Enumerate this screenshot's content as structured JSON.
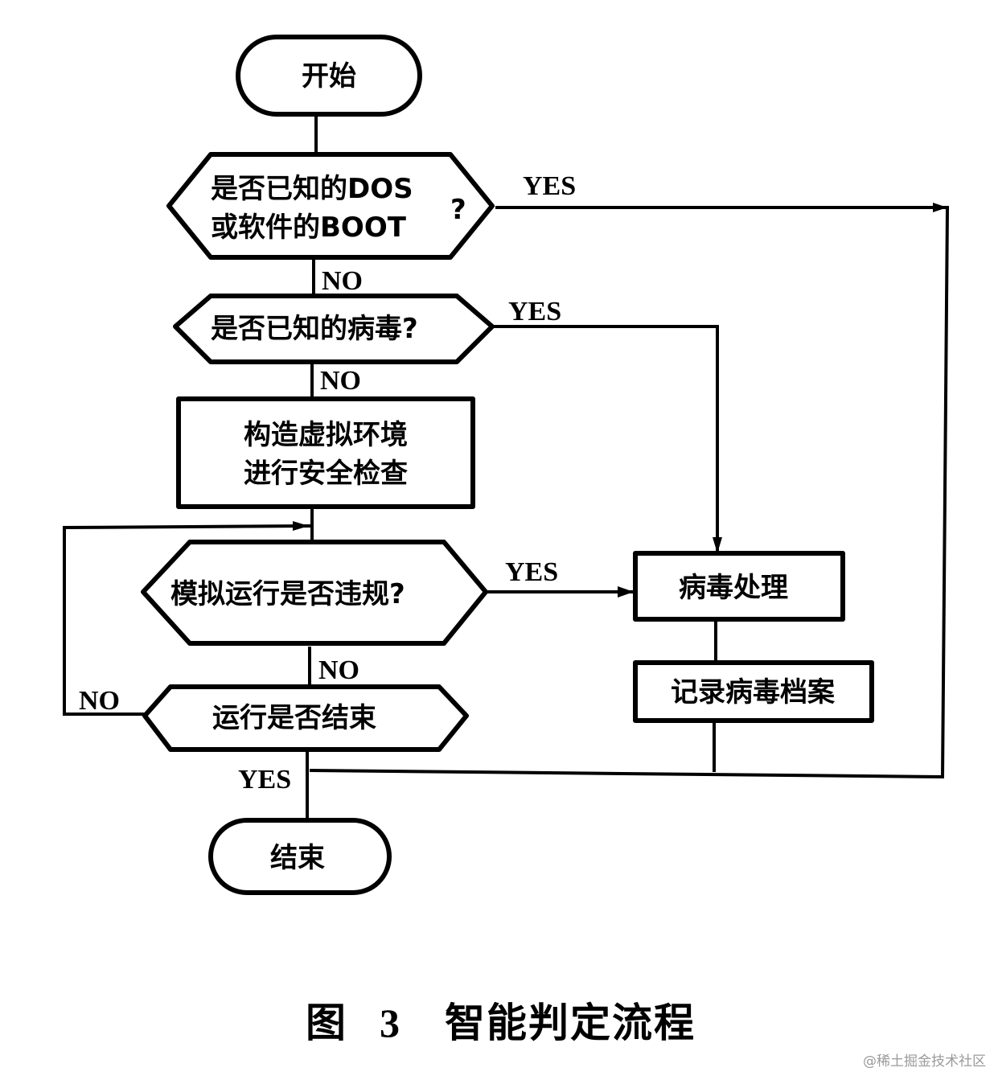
{
  "nodes": {
    "start": "开始",
    "decision_known_dos_line1": "是否已知的DOS",
    "decision_known_dos_line2": "或软件的BOOT",
    "decision_known_dos_qmark": "?",
    "decision_known_virus": "是否已知的病毒?",
    "build_env_line1": "构造虚拟环境",
    "build_env_line2": "进行安全检查",
    "decision_violation": "模拟运行是否违规?",
    "decision_finished": "运行是否结束",
    "virus_handling": "病毒处理",
    "record_archive": "记录病毒档案",
    "end": "结束"
  },
  "edge_labels": {
    "dos_yes": "YES",
    "dos_no": "NO",
    "virus_yes": "YES",
    "virus_no": "NO",
    "violation_yes": "YES",
    "violation_no": "NO",
    "finished_no": "NO",
    "finished_yes": "YES"
  },
  "caption": {
    "prefix": "图",
    "number": "3",
    "title": "智能判定流程"
  },
  "watermark": "@稀土掘金技术社区",
  "colors": {
    "ink": "#000000",
    "paper": "#ffffff",
    "watermark": "#9a9a9a"
  }
}
